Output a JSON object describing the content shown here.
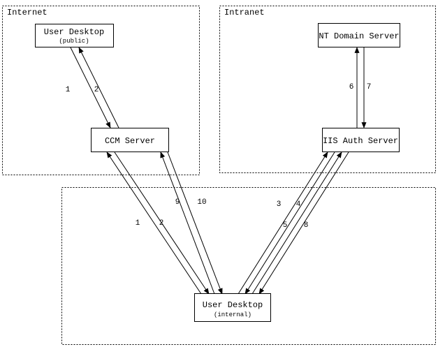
{
  "zones": {
    "internet": {
      "label": "Internet"
    },
    "intranet": {
      "label": "Intranet"
    }
  },
  "nodes": {
    "user_desktop_public": {
      "label": "User Desktop",
      "sublabel": "(public)"
    },
    "ccm_server": {
      "label": "CCM Server"
    },
    "nt_domain_server": {
      "label": "NT Domain Server"
    },
    "iis_auth_server": {
      "label": "IIS Auth Server"
    },
    "user_desktop_internal": {
      "label": "User Desktop",
      "sublabel": "(internal)"
    }
  },
  "edges": {
    "public_desktop_to_ccm": {
      "label": "1"
    },
    "ccm_to_public_desktop": {
      "label": "2"
    },
    "iis_to_nt_domain": {
      "label": "6"
    },
    "nt_domain_to_iis": {
      "label": "7"
    },
    "internal_desktop_to_ccm_1": {
      "label": "1"
    },
    "ccm_to_internal_desktop_2": {
      "label": "2"
    },
    "internal_desktop_to_ccm_9": {
      "label": "9"
    },
    "ccm_to_internal_desktop_10": {
      "label": "10"
    },
    "internal_desktop_to_iis_3": {
      "label": "3"
    },
    "iis_to_internal_desktop_4": {
      "label": "4"
    },
    "internal_desktop_to_iis_5": {
      "label": "5"
    },
    "iis_to_internal_desktop_8": {
      "label": "8"
    }
  },
  "colors": {
    "line": "#000000",
    "box_fill": "#ffffff",
    "background": "#ffffff"
  }
}
